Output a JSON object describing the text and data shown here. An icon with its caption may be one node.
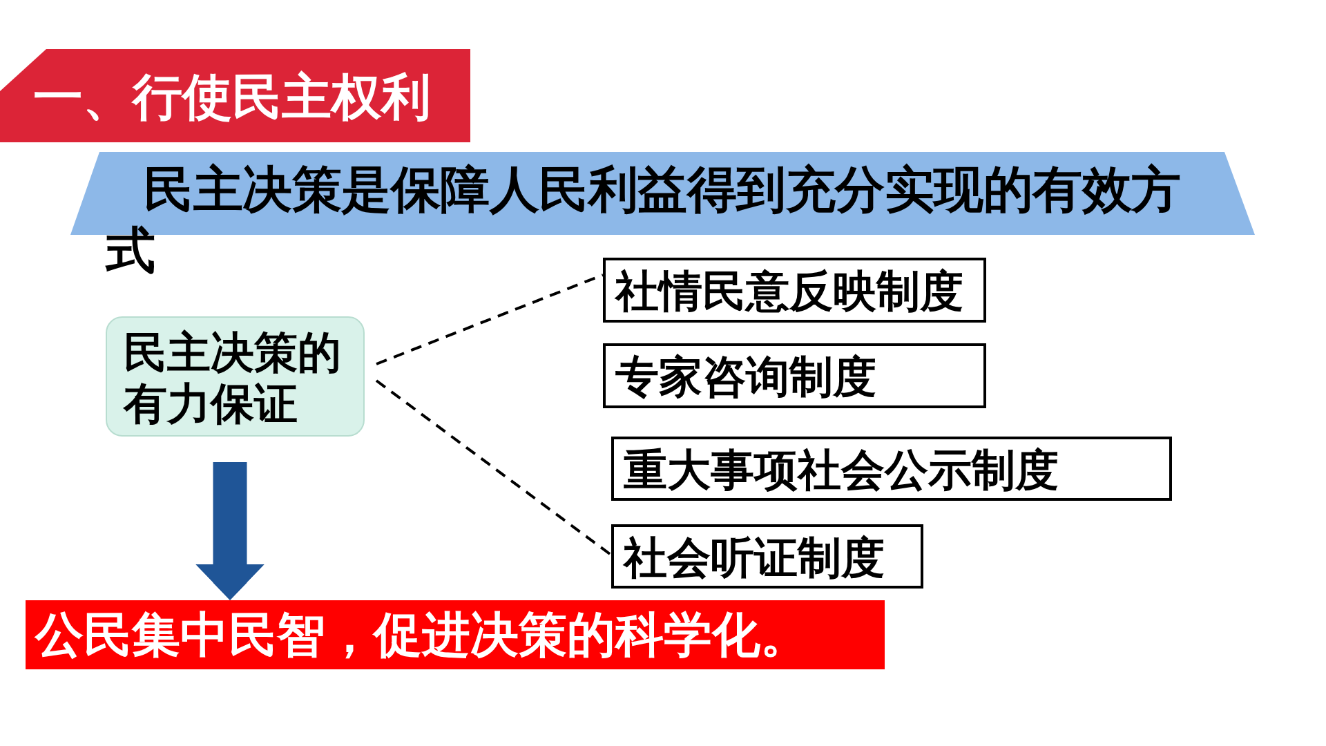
{
  "diagram": {
    "nodes": [
      {
        "text": [
          "一、行使民主权利"
        ]
      },
      {
        "text": [
          "民主决策是保障人民利益得到充分实现的有效方式"
        ]
      },
      {
        "text": [
          "民主决策的有力保证"
        ]
      },
      {
        "text": [
          "社情民意反映制度"
        ]
      },
      {
        "text": [
          "专家咨询制度"
        ]
      },
      {
        "text": [
          "重大事项社会公示制度"
        ]
      },
      {
        "text": [
          "社会听证制度"
        ]
      },
      {
        "text": [
          "公民集中民智，促进决策的科学化。"
        ]
      }
    ],
    "edges": [
      {
        "from": 2,
        "to": 3,
        "arrow": "none",
        "style": "dashed"
      },
      {
        "from": 2,
        "to": 6,
        "arrow": "none",
        "style": "dashed"
      },
      {
        "from": 2,
        "to": 7,
        "arrow": "to",
        "style": "thick",
        "color": "#1f5597"
      }
    ]
  }
}
